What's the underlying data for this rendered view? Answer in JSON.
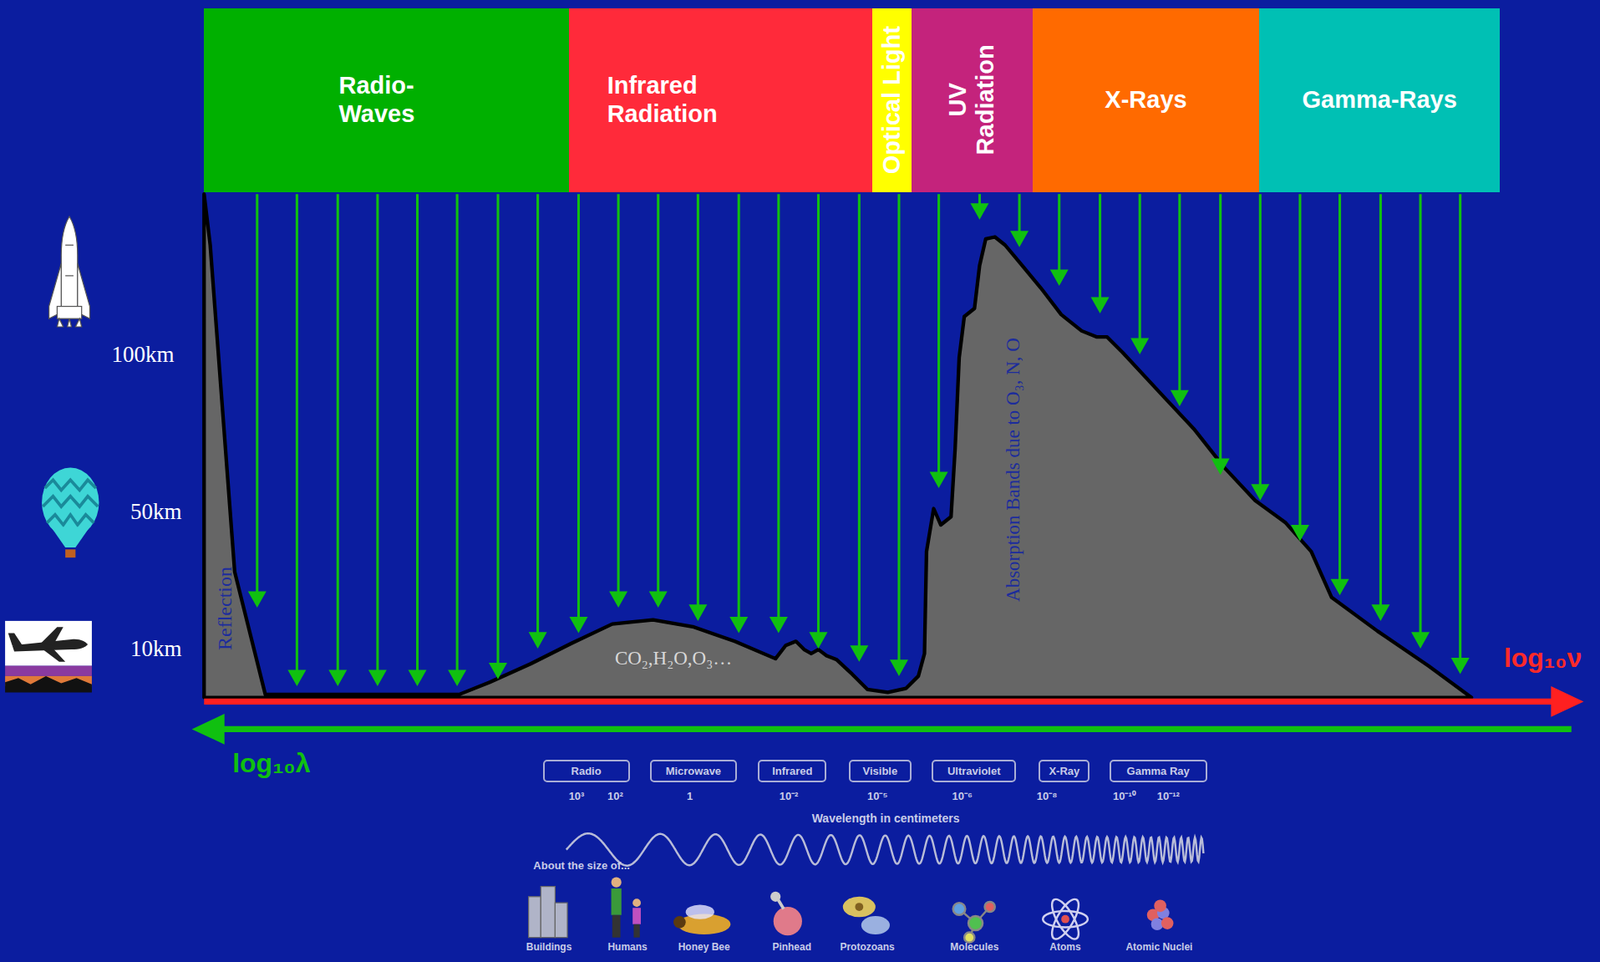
{
  "diagram": {
    "nodes": [
      {
        "text": [
          "Radio- Waves"
        ]
      },
      {
        "text": [
          "Infrared Radiation"
        ]
      },
      {
        "text": [
          "Optical Light"
        ]
      },
      {
        "text": [
          "UV Radiation"
        ]
      },
      {
        "text": [
          "X-Rays"
        ]
      },
      {
        "text": [
          "Gamma-Rays"
        ]
      },
      {
        "text": [
          "Radio"
        ]
      },
      {
        "text": [
          "Microwave"
        ]
      },
      {
        "text": [
          "Infrared"
        ]
      },
      {
        "text": [
          "Visible"
        ]
      },
      {
        "text": [
          "Ultraviolet"
        ]
      },
      {
        "text": [
          "X-Ray"
        ]
      },
      {
        "text": [
          "Gamma Ray"
        ]
      }
    ],
    "labels": [
      "Reflection",
      "CO₂,H₂O,O₃…",
      "Absorption Bands due to O₃, N, O",
      "100km",
      "50km",
      "10km",
      "log₁₀ν",
      "log₁₀λ",
      "10³",
      "10²",
      "1",
      "10⁻²",
      "10⁻⁵",
      "10⁻⁶",
      "10⁻⁸",
      "10⁻¹⁰",
      "10⁻¹²",
      "Wavelength in centimeters",
      "About the size of...",
      "Buildings",
      "Humans",
      "Honey Bee",
      "Pinhead",
      "Protozoans",
      "Molecules",
      "Atoms",
      "Atomic Nuclei"
    ]
  }
}
